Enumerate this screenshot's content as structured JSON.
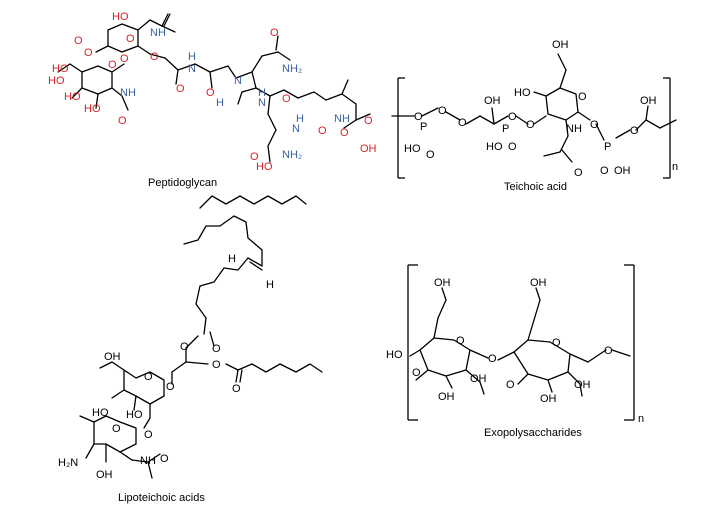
{
  "captions": {
    "peptidoglycan": "Peptidoglycan",
    "teichoic": "Teichoic acid",
    "lipoteichoic": "Lipoteichoic acids",
    "exopoly": "Exopolysaccharides"
  },
  "atoms": {
    "HO": "HO",
    "OH": "OH",
    "O": "O",
    "P": "P",
    "NH": "NH",
    "H": "H",
    "N": "N",
    "NH2": "NH₂",
    "H2N": "H₂N",
    "n": "n"
  },
  "colors": {
    "oxygen": "#d2232a",
    "nitrogen": "#3b5fa0",
    "bond": "#000000"
  }
}
